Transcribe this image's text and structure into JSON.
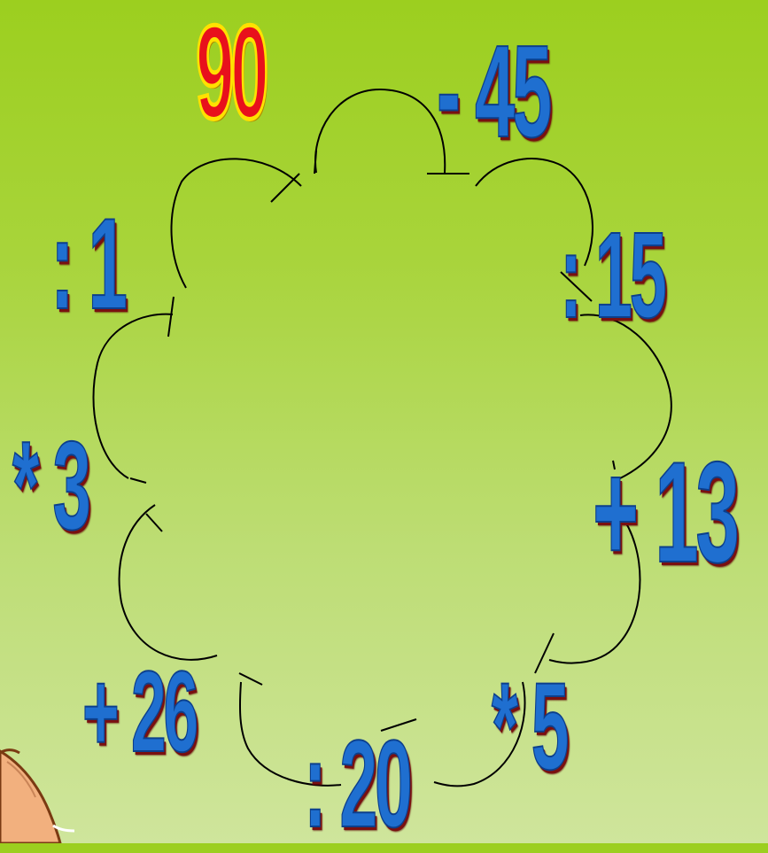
{
  "start_number": "90",
  "operations": [
    {
      "id": "op-minus-45",
      "text": "- 45"
    },
    {
      "id": "op-div-15",
      "text": ": 15"
    },
    {
      "id": "op-plus-13",
      "text": "+ 13"
    },
    {
      "id": "op-mul-5",
      "text": "* 5"
    },
    {
      "id": "op-div-20",
      "text": ": 20"
    },
    {
      "id": "op-plus-26",
      "text": "+ 26"
    },
    {
      "id": "op-mul-3",
      "text": "* 3"
    },
    {
      "id": "op-div-1",
      "text": ": 1"
    }
  ],
  "colors": {
    "operation_fill": "#1f6fd0",
    "start_fill": "#e8101c",
    "start_outline": "#ffe100",
    "background": "#a8d43a"
  }
}
